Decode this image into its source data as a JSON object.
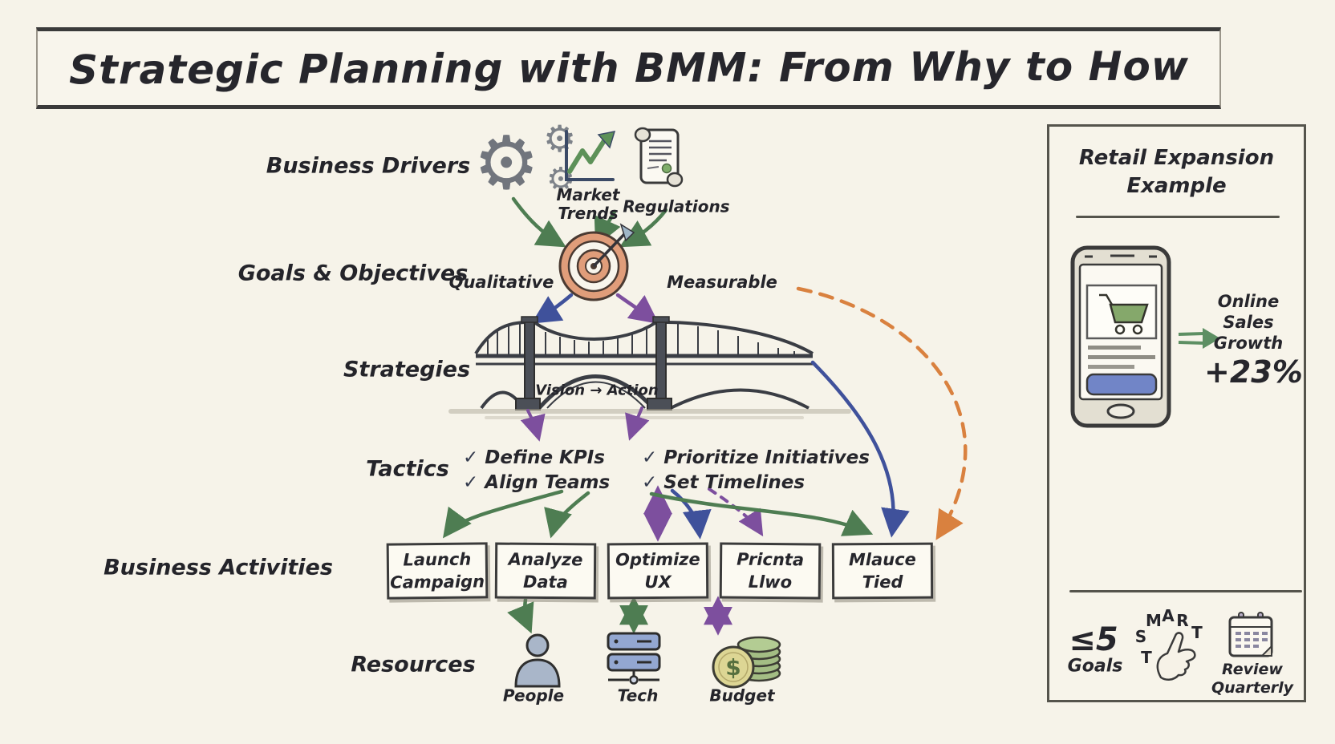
{
  "title": "Strategic Planning with BMM: From Why to How",
  "diagram": {
    "business_drivers": {
      "label": "Business Drivers",
      "market_trends_line1": "Market",
      "market_trends_line2": "Trends",
      "regulations_label": "Regulations"
    },
    "goals": {
      "label": "Goals & Objectives",
      "qualitative": "Qualitative",
      "measurable": "Measurable"
    },
    "strategies": {
      "label": "Strategies",
      "bridge_caption": "Vision → Action"
    },
    "tactics": {
      "label": "Tactics",
      "check": "✓",
      "items": [
        "Define KPIs",
        "Align Teams",
        "Prioritize Initiatives",
        "Set Timelines"
      ]
    },
    "activities": {
      "label": "Business Activities",
      "boxes": [
        {
          "line1": "Launch",
          "line2": "Campaign"
        },
        {
          "line1": "Analyze",
          "line2": "Data"
        },
        {
          "line1": "Optimize",
          "line2": "UX"
        },
        {
          "line1": "Pricnta",
          "line2": "Llwo"
        },
        {
          "line1": "Mlauce",
          "line2": "Tied"
        }
      ]
    },
    "resources": {
      "label": "Resources",
      "items": [
        {
          "icon": "person-icon",
          "label": "People"
        },
        {
          "icon": "server-icon",
          "label": "Tech"
        },
        {
          "icon": "coins-icon",
          "label": "Budget"
        }
      ],
      "budget_symbol": "$"
    }
  },
  "side_panel": {
    "title_line1": "Retail Expansion",
    "title_line2": "Example",
    "metric": {
      "line1": "Online",
      "line2": "Sales",
      "line3": "Growth",
      "value": "+23%"
    },
    "footer": {
      "goals_value": "≤5",
      "goals_label": "Goals",
      "smart_letters": [
        "M",
        "A",
        "R",
        "S",
        "T",
        "T"
      ],
      "review_line1": "Review",
      "review_line2": "Quarterly"
    }
  },
  "colors": {
    "background": "#f6f3e9",
    "ink": "#2e2e2e",
    "green_arrow": "#4e7d52",
    "blue_arrow": "#3f519b",
    "purple_arrow": "#7d4f9e",
    "orange_dashed": "#d9813f",
    "target_salmon": "#e09d7a",
    "button_blue": "#7185c7",
    "cart_green": "#85a86b"
  }
}
